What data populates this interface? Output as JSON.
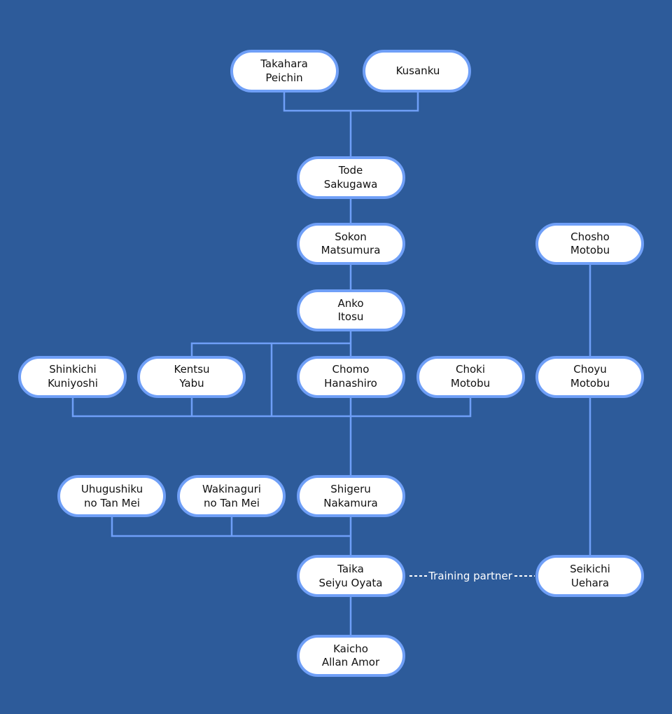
{
  "nodes": {
    "takahara": {
      "line1": "Takahara",
      "line2": "Peichin"
    },
    "kusanku": {
      "line1": "Kusanku",
      "line2": ""
    },
    "tode": {
      "line1": "Tode",
      "line2": "Sakugawa"
    },
    "sokon": {
      "line1": "Sokon",
      "line2": "Matsumura"
    },
    "chosho": {
      "line1": "Chosho",
      "line2": "Motobu"
    },
    "anko": {
      "line1": "Anko",
      "line2": "Itosu"
    },
    "shinkichi": {
      "line1": "Shinkichi",
      "line2": "Kuniyoshi"
    },
    "kentsu": {
      "line1": "Kentsu",
      "line2": "Yabu"
    },
    "chomo": {
      "line1": "Chomo",
      "line2": "Hanashiro"
    },
    "choki": {
      "line1": "Choki",
      "line2": "Motobu"
    },
    "choyu": {
      "line1": "Choyu",
      "line2": "Motobu"
    },
    "uhugushiku": {
      "line1": "Uhugushiku",
      "line2": "no Tan Mei"
    },
    "wakinaguri": {
      "line1": "Wakinaguri",
      "line2": "no Tan Mei"
    },
    "shigeru": {
      "line1": "Shigeru",
      "line2": "Nakamura"
    },
    "taika": {
      "line1": "Taika",
      "line2": "Seiyu Oyata"
    },
    "seikichi": {
      "line1": "Seikichi",
      "line2": "Uehara"
    },
    "kaicho": {
      "line1": "Kaicho",
      "line2": "Allan Amor"
    }
  },
  "edges": {
    "training_partner_label": "Training partner"
  },
  "colors": {
    "background": "#2d5b9a",
    "connector": "#6f9ff7",
    "node_fill": "#ffffff",
    "dashed_connector": "#ffffff"
  }
}
